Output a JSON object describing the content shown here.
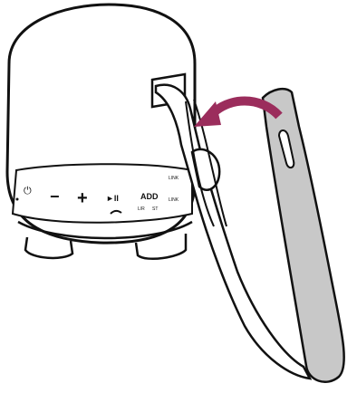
{
  "illustration": {
    "subject": "speaker-strap-attachment",
    "colors": {
      "outline": "#111111",
      "strap_fill": "#c8c8c8",
      "speaker_fill": "#ffffff",
      "arrow": "#9b2d5c"
    }
  },
  "control_panel": {
    "power_label": "⏻",
    "power_small_label": "",
    "minus_label": "−",
    "plus_label": "+",
    "play_label": "►II",
    "add_label": "ADD",
    "add_sub_left": "L/R",
    "add_sub_right": "ST",
    "extra_top_label": "LINK",
    "extra_bottom_label": "LINK"
  }
}
